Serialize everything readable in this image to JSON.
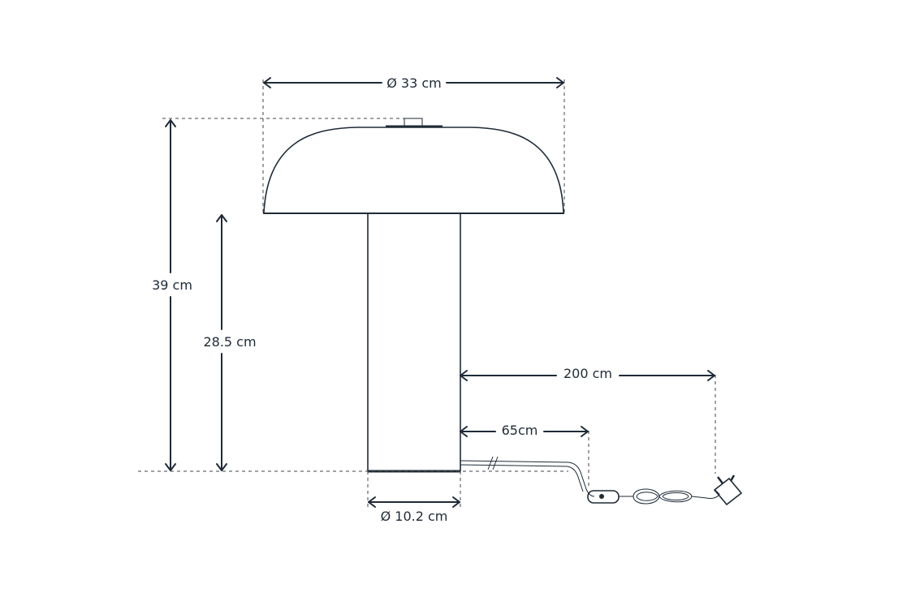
{
  "dimensions": {
    "shade_diameter": "Ø 33 cm",
    "total_height": "39 cm",
    "stem_height": "28.5 cm",
    "cable_total": "200 cm",
    "cable_to_switch": "65cm",
    "base_diameter": "Ø 10.2 cm"
  },
  "colors": {
    "stroke": "#1f2a36",
    "background": "#ffffff"
  }
}
